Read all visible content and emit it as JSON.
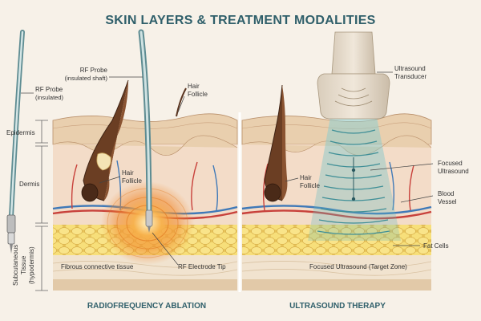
{
  "title": "SKIN LAYERS & TREATMENT MODALITIES",
  "colors": {
    "title": "#2f5f6a",
    "epidermis": "#e9cfae",
    "dermis": "#f2d8c3",
    "fat": "#f2d36b",
    "rf_heat": "#f39a35",
    "ultrasound": "#3f8f97"
  },
  "layers": {
    "epidermis": "Epidermis",
    "dermis": "Dermis",
    "subcutaneous": "Subcutaneous",
    "tissue": "Tissue",
    "hypodermis": "(hypodermis)"
  },
  "left_panel": {
    "caption": "RADIOFREQUENCY ABLATION",
    "rf_probe_insulated_l1": "RF Probe",
    "rf_probe_insulated_l2": "(insulated)",
    "rf_probe_shaft_l1": "RF Probe",
    "rf_probe_shaft_l2": "(insulated shaft)",
    "hair_follicle_top_l1": "Hair",
    "hair_follicle_top_l2": "Follicle",
    "hair_follicle_mid_l1": "Hair",
    "hair_follicle_mid_l2": "Follicle",
    "fibrous": "Fibrous connective tissue",
    "rf_tip": "RF Electrode Tip"
  },
  "right_panel": {
    "caption": "ULTRASOUND THERAPY",
    "transducer_l1": "Ultrasound",
    "transducer_l2": "Transducer",
    "focused_l1": "Focused",
    "focused_l2": "Ultrasound",
    "blood_l1": "Blood",
    "blood_l2": "Vessel",
    "hair_l1": "Hair",
    "hair_l2": "Follicle",
    "fat_cells": "Fat Cells",
    "target_zone": "Focused Ultrasound (Target Zone)"
  }
}
